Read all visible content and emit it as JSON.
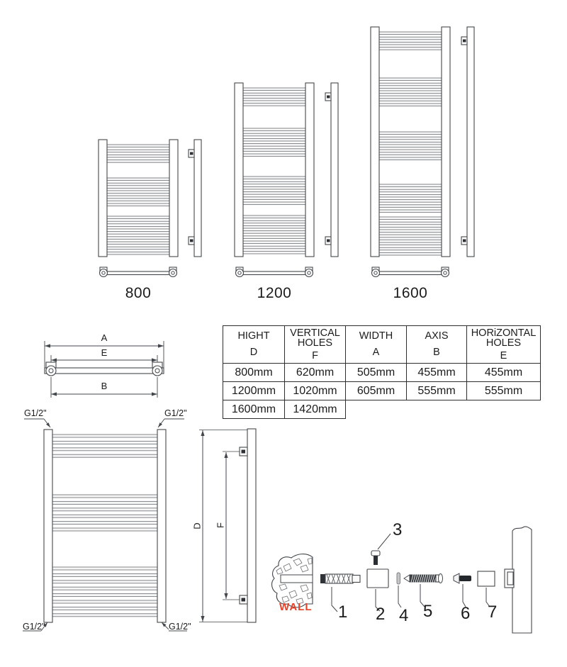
{
  "figures": {
    "items": [
      {
        "size_label": "800"
      },
      {
        "size_label": "1200"
      },
      {
        "size_label": "1600"
      }
    ]
  },
  "top_view_diagram": {
    "width_label": "A",
    "holes_label": "E",
    "axis_label": "B"
  },
  "detail_diagram": {
    "height_label": "D",
    "vertical_holes_label": "F",
    "connection_labels": {
      "top_left": "G1/2\"",
      "top_right": "G1/2\"",
      "bottom_left": "G1/2\"",
      "bottom_right": "G1/2\""
    }
  },
  "table": {
    "headers": [
      {
        "title": "HIGHT",
        "letter": "D"
      },
      {
        "title": "VERTICAL HOLES",
        "letter": "F"
      },
      {
        "title": "WIDTH",
        "letter": "A"
      },
      {
        "title": "AXIS",
        "letter": "B"
      },
      {
        "title": "HORiZONTAL HOLES",
        "letter": "E"
      }
    ],
    "rows": [
      [
        "800mm",
        "620mm",
        "505mm",
        "455mm",
        "455mm"
      ],
      [
        "1200mm",
        "1020mm",
        "605mm",
        "555mm",
        "555mm"
      ],
      [
        "1600mm",
        "1420mm"
      ]
    ]
  },
  "installation": {
    "wall_label": "WALL",
    "wall_label_color": "#e8432a",
    "parts": [
      {
        "number": "1"
      },
      {
        "number": "2"
      },
      {
        "number": "3"
      },
      {
        "number": "4"
      },
      {
        "number": "5"
      },
      {
        "number": "6"
      },
      {
        "number": "7"
      }
    ]
  },
  "line_color": "#43474c"
}
